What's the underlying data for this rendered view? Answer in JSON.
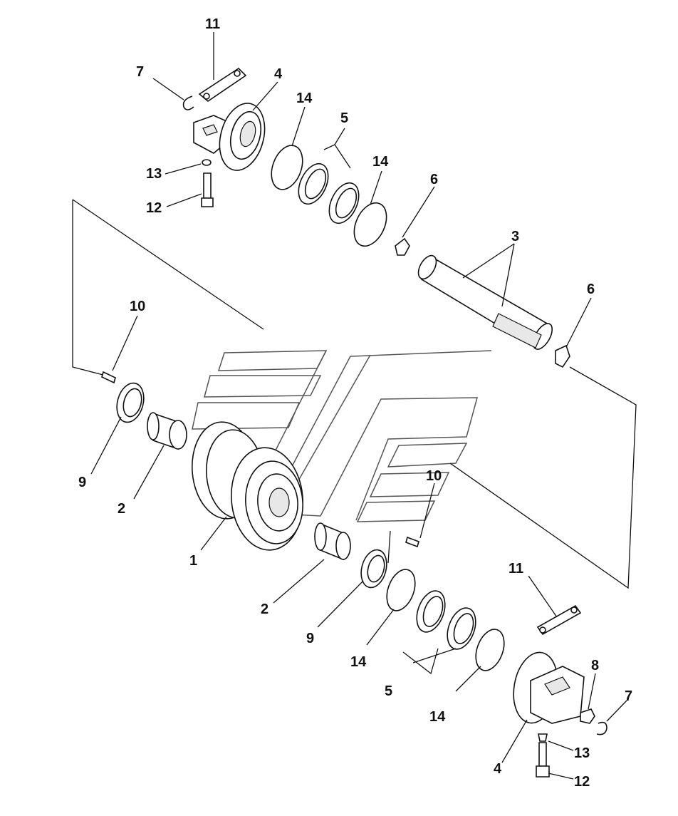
{
  "callouts": {
    "c11a": "11",
    "c7a": "7",
    "c4a": "4",
    "c14a": "14",
    "c5a": "5",
    "c14b": "14",
    "c6a": "6",
    "c13a": "13",
    "c12a": "12",
    "c3": "3",
    "c6b": "6",
    "c10a": "10",
    "c9a": "9",
    "c2a": "2",
    "c1": "1",
    "c10b": "10",
    "c2b": "2",
    "c11b": "11",
    "c9b": "9",
    "c14c": "14",
    "c8": "8",
    "c5b": "5",
    "c7b": "7",
    "c14d": "14",
    "c13b": "13",
    "c4b": "4",
    "c12b": "12"
  }
}
